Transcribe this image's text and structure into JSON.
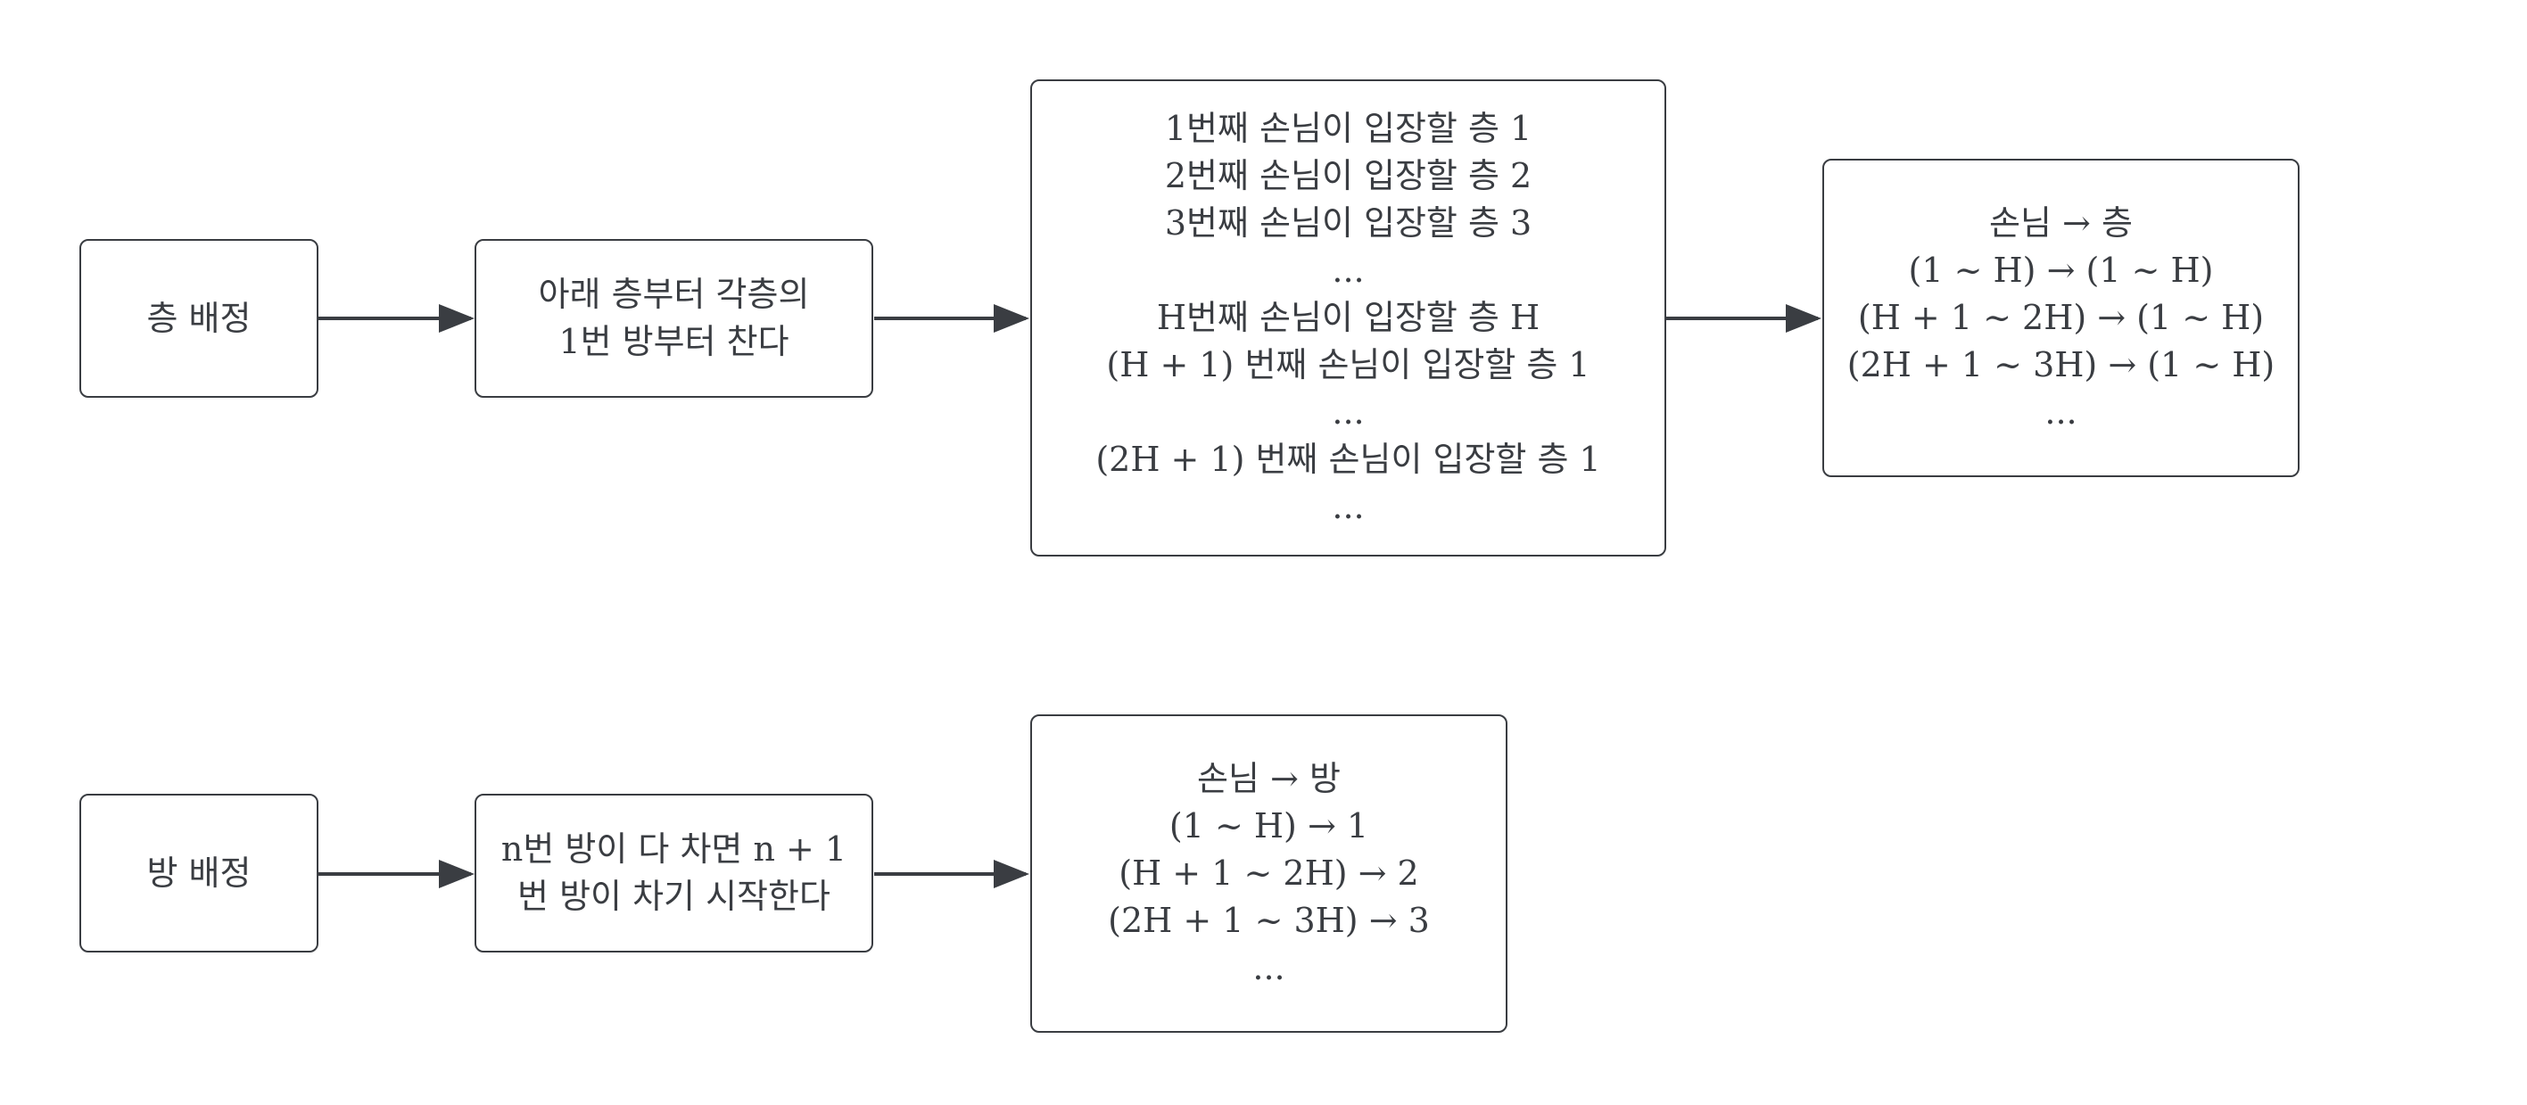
{
  "diagram": {
    "rows": {
      "floor": {
        "start": [
          "층 배정"
        ],
        "rule": [
          "아래 층부터 각층의",
          "1번 방부터 찬다"
        ],
        "sequence": [
          "1번째 손님이 입장할 층 1",
          "2번째 손님이 입장할 층 2",
          "3번째 손님이 입장할 층 3",
          "...",
          "H번째 손님이 입장할 층 H",
          "(H + 1) 번째 손님이 입장할 층 1",
          "...",
          "(2H + 1) 번째 손님이 입장할 층 1",
          "..."
        ],
        "mapping": [
          "손님 → 층",
          "(1 ~ H) → (1 ~ H)",
          "(H + 1 ~ 2H) → (1 ~ H)",
          "(2H + 1 ~ 3H) → (1 ~ H)",
          "..."
        ]
      },
      "room": {
        "start": [
          "방 배정"
        ],
        "rule": [
          "n번 방이 다 차면 n + 1",
          "번 방이 차기 시작한다"
        ],
        "mapping": [
          "손님 → 방",
          "(1 ~ H) → 1",
          "(H + 1 ~ 2H) → 2",
          "(2H + 1 ~ 3H) → 3",
          "..."
        ]
      }
    },
    "colors": {
      "stroke": "#3a3d42",
      "text": "#3a3d42",
      "background": "#ffffff"
    }
  }
}
